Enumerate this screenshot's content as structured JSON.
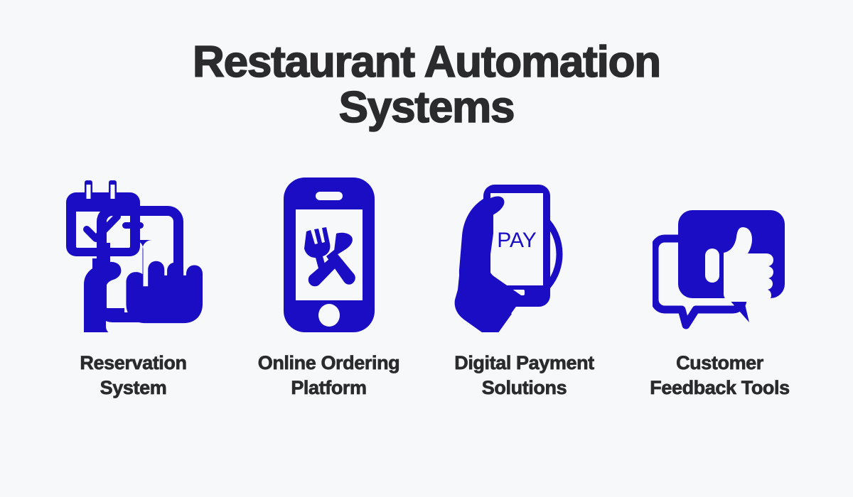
{
  "background_color": "#F7F8FA",
  "accent_color": "#1A0DC4",
  "text_color": "#2B2B2D",
  "title": {
    "line1": "Restaurant Automation",
    "line2": "Systems"
  },
  "items": [
    {
      "label_line1": "Reservation",
      "label_line2": "System",
      "icon": "calendar-check-phone-tap-icon"
    },
    {
      "label_line1": "Online Ordering",
      "label_line2": "Platform",
      "icon": "smartphone-fork-knife-icon"
    },
    {
      "label_line1": "Digital Payment",
      "label_line2": "Solutions",
      "icon": "hand-phone-contactless-pay-icon",
      "screen_text": "PAY"
    },
    {
      "label_line1": "Customer",
      "label_line2": "Feedback Tools",
      "icon": "speech-bubble-thumbs-up-icon"
    }
  ]
}
